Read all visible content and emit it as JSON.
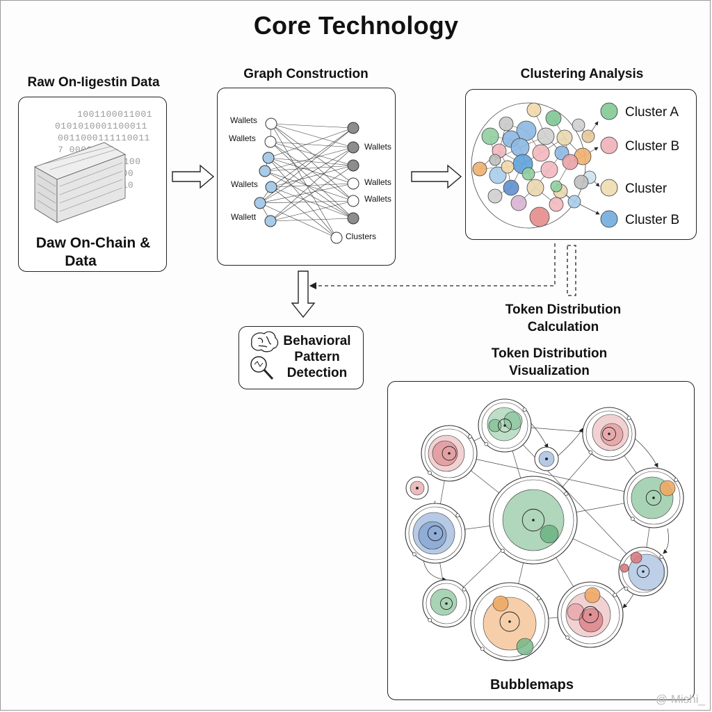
{
  "title": "Core Technology",
  "raw_data": {
    "heading": "Raw On-Iigestin Data",
    "binary_lines": [
      "1001100011001",
      "0101010001100011",
      "0011000111110011",
      "7      00000",
      "    11100",
      "     0100",
      "     0010"
    ],
    "caption_line1": "Daw On-Chain &",
    "caption_line2": "Data"
  },
  "graph_construction": {
    "heading": "Graph Construction",
    "left_labels": [
      "Wallets",
      "Wallets",
      "Wallets",
      "Wallett"
    ],
    "right_labels": [
      "Wallets",
      "Wallets",
      "Wallets",
      "Clusters"
    ]
  },
  "clustering": {
    "heading": "Clustering Analysis",
    "legend": [
      {
        "label": "Cluster A",
        "color": "#8fcf9f"
      },
      {
        "label": "Cluster B",
        "color": "#f2b8bf"
      },
      {
        "label": "Cluster",
        "color": "#efe0b8"
      },
      {
        "label": "Cluster B",
        "color": "#7fb4e0"
      }
    ]
  },
  "token_calc": {
    "line1": "Token Distribution",
    "line2": "Calculation"
  },
  "behavioral": {
    "line1": "Behavioral",
    "line2": "Pattern",
    "line3": "Detection",
    "icons": [
      "brain-icon",
      "magnifier-icon"
    ]
  },
  "token_vis": {
    "line1": "Token Distribution",
    "line2": "Visualization"
  },
  "bubblemaps": {
    "label": "Bubblemaps"
  },
  "watermark": "@ Mishi_",
  "colors": {
    "green": "#6fb584",
    "red": "#d97a7f",
    "blue": "#6f95cc",
    "orange": "#eea865",
    "tan": "#e9d7ae",
    "gray": "#8d8d8d",
    "lightblue": "#a8cbe8"
  }
}
